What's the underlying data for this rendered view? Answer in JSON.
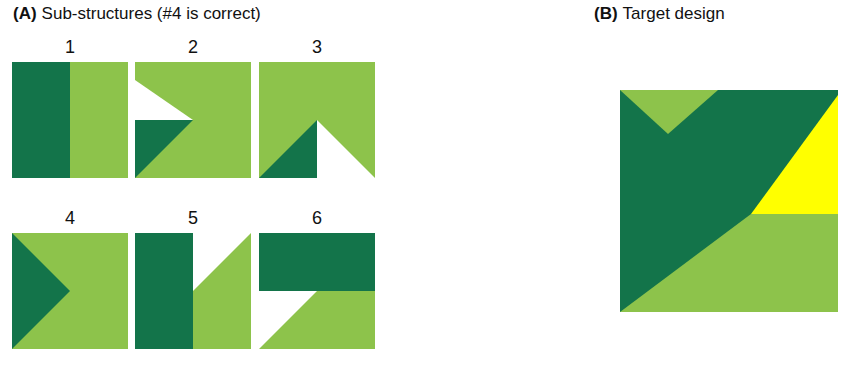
{
  "diagram": {
    "nodes": [
      {
        "text": [
          "1"
        ]
      },
      {
        "text": [
          "2"
        ]
      },
      {
        "text": [
          "3"
        ]
      },
      {
        "text": [
          "4"
        ]
      },
      {
        "text": [
          "5"
        ]
      },
      {
        "text": [
          "6"
        ]
      }
    ],
    "labels": [
      "(A)",
      "Sub-structures (#4 is correct)",
      "(B)",
      "Target design"
    ]
  }
}
